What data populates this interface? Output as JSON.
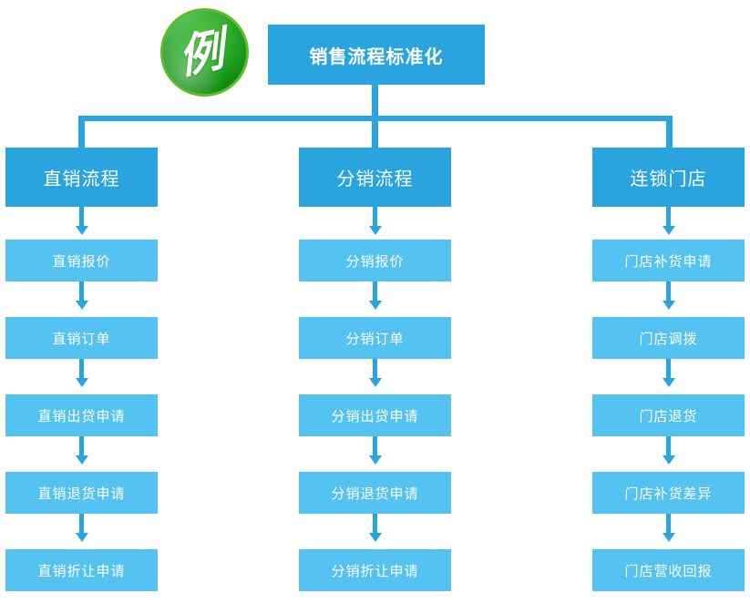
{
  "badge": {
    "label": "例"
  },
  "root": {
    "title": "销售流程标准化"
  },
  "columns": [
    {
      "header": "直销流程",
      "items": [
        "直销报价",
        "直销订单",
        "直销出贷申请",
        "直销退货申请",
        "直销折让申请"
      ]
    },
    {
      "header": "分销流程",
      "items": [
        "分销报价",
        "分销订单",
        "分销出贷申请",
        "分销退货申请",
        "分销折让申请"
      ]
    },
    {
      "header": "连锁门店",
      "items": [
        "门店补货申请",
        "门店调拨",
        "门店退货",
        "门店补货差异",
        "门店营收回报"
      ]
    }
  ],
  "colors": {
    "primary_blue": "#2aa4de",
    "light_blue": "#54c3f1",
    "connector_blue": "#2aa4de",
    "badge_green": "#1e9a1e"
  }
}
